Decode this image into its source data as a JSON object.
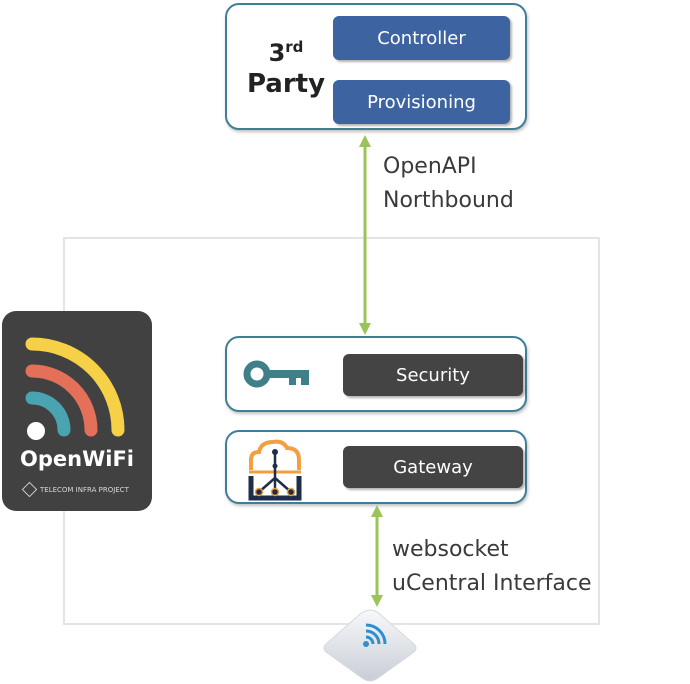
{
  "third_party": {
    "title_main": "3",
    "title_sup": "rd",
    "title_line2": "Party",
    "buttons": [
      "Controller",
      "Provisioning"
    ]
  },
  "northbound_link": {
    "line1": "OpenAPI",
    "line2": "Northbound"
  },
  "logo": {
    "name": "OpenWiFi",
    "org": "TELECOM INFRA PROJECT",
    "colors": {
      "yellow": "#f6d046",
      "orange": "#e5705a",
      "teal": "#4aa3b0",
      "background": "#414141"
    }
  },
  "security": {
    "label": "Security",
    "icon": "key-icon"
  },
  "gateway": {
    "label": "Gateway",
    "icon": "cloud-gateway-icon"
  },
  "southbound_link": {
    "line1": "websocket",
    "line2": "uCentral Interface"
  },
  "device": {
    "icon": "access-point-icon"
  },
  "colors": {
    "arrow": "#9ac45a",
    "card_border": "#3e7f97",
    "pill_blue": "#3d64a0",
    "pill_dark": "#444444"
  }
}
